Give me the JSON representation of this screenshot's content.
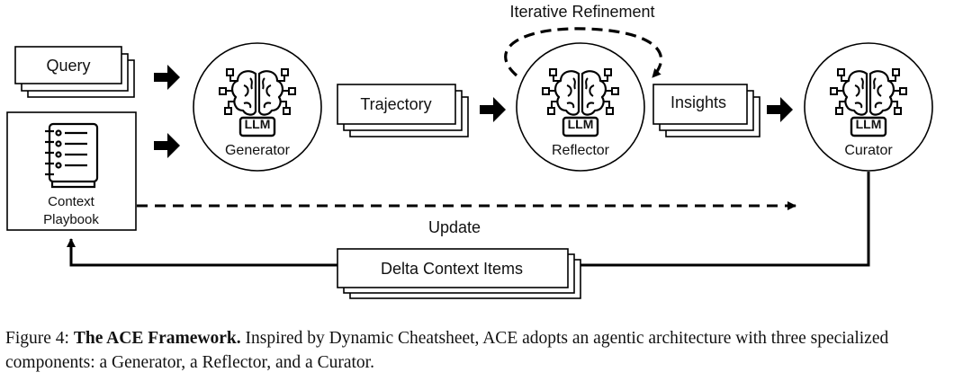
{
  "diagram": {
    "iterative_label": "Iterative Refinement",
    "update_label": "Update",
    "nodes": {
      "query": "Query",
      "context_line1": "Context",
      "context_line2": "Playbook",
      "trajectory": "Trajectory",
      "insights": "Insights",
      "delta": "Delta Context Items",
      "generator": "Generator",
      "reflector": "Reflector",
      "curator": "Curator",
      "llm_badge": "LLM"
    },
    "icons": {
      "agent": "brain-circuit-icon",
      "playbook": "notebook-icon",
      "flow": "arrow-right-icon"
    },
    "colors": {
      "stroke": "#000000",
      "background": "#ffffff"
    }
  },
  "caption": {
    "prefix": "Figure 4: ",
    "title": "The ACE Framework.",
    "text": " Inspired by Dynamic Cheatsheet, ACE adopts an agentic architecture with three specialized components: a Generator, a Reflector, and a Curator."
  }
}
